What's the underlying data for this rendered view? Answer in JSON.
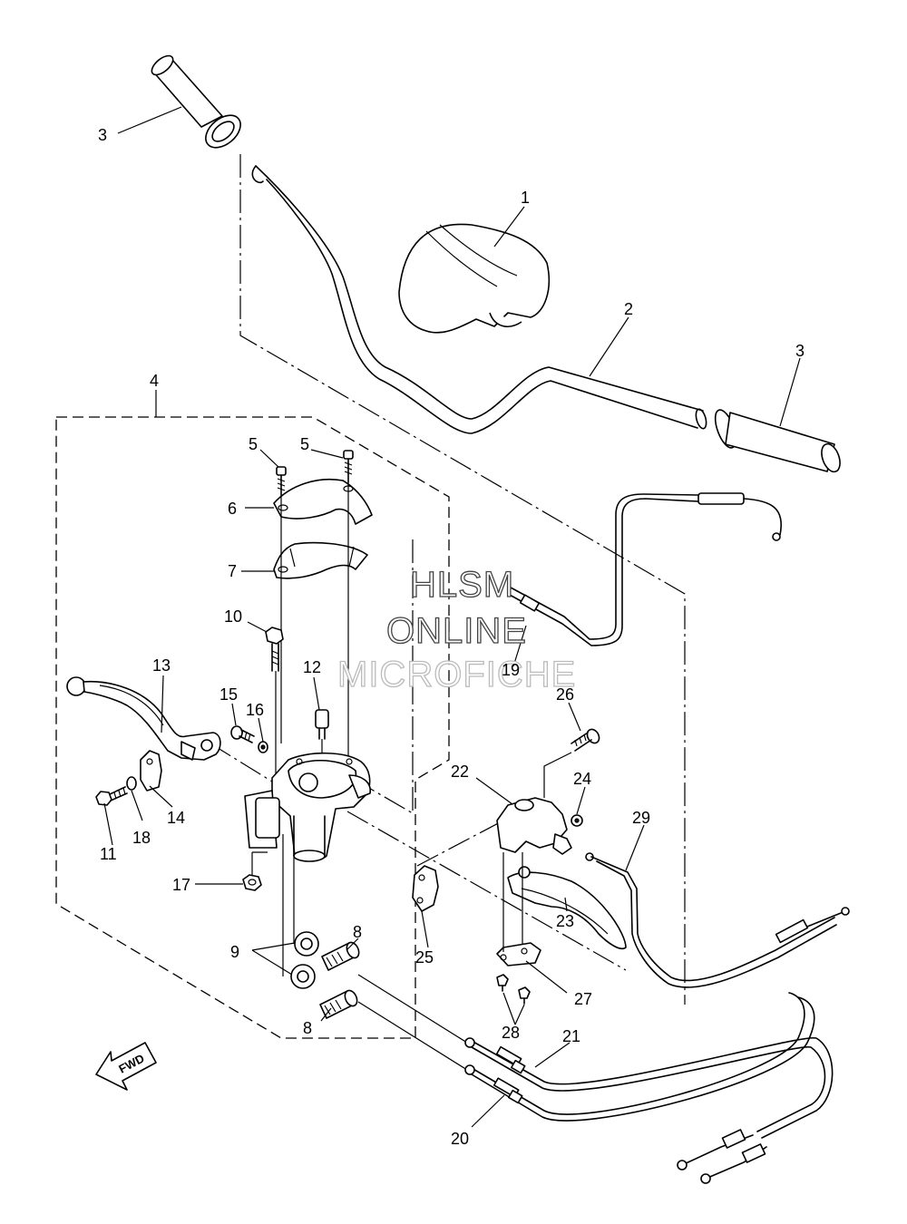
{
  "watermark": {
    "line1": "HLSM",
    "line2": "ONLINE",
    "line3": "MICROFICHE"
  },
  "direction_arrow": {
    "label": "FWD",
    "icon": "forward-arrow-icon"
  },
  "callouts": {
    "c1": "1",
    "c2": "2",
    "c3a": "3",
    "c3b": "3",
    "c4": "4",
    "c5a": "5",
    "c5b": "5",
    "c6": "6",
    "c7": "7",
    "c8a": "8",
    "c8b": "8",
    "c9": "9",
    "c10": "10",
    "c11": "11",
    "c12": "12",
    "c13": "13",
    "c14": "14",
    "c15": "15",
    "c16": "16",
    "c17": "17",
    "c18": "18",
    "c19": "19",
    "c20": "20",
    "c21": "21",
    "c22": "22",
    "c23": "23",
    "c24": "24",
    "c25": "25",
    "c26": "26",
    "c27": "27",
    "c28": "28",
    "c29": "29"
  }
}
